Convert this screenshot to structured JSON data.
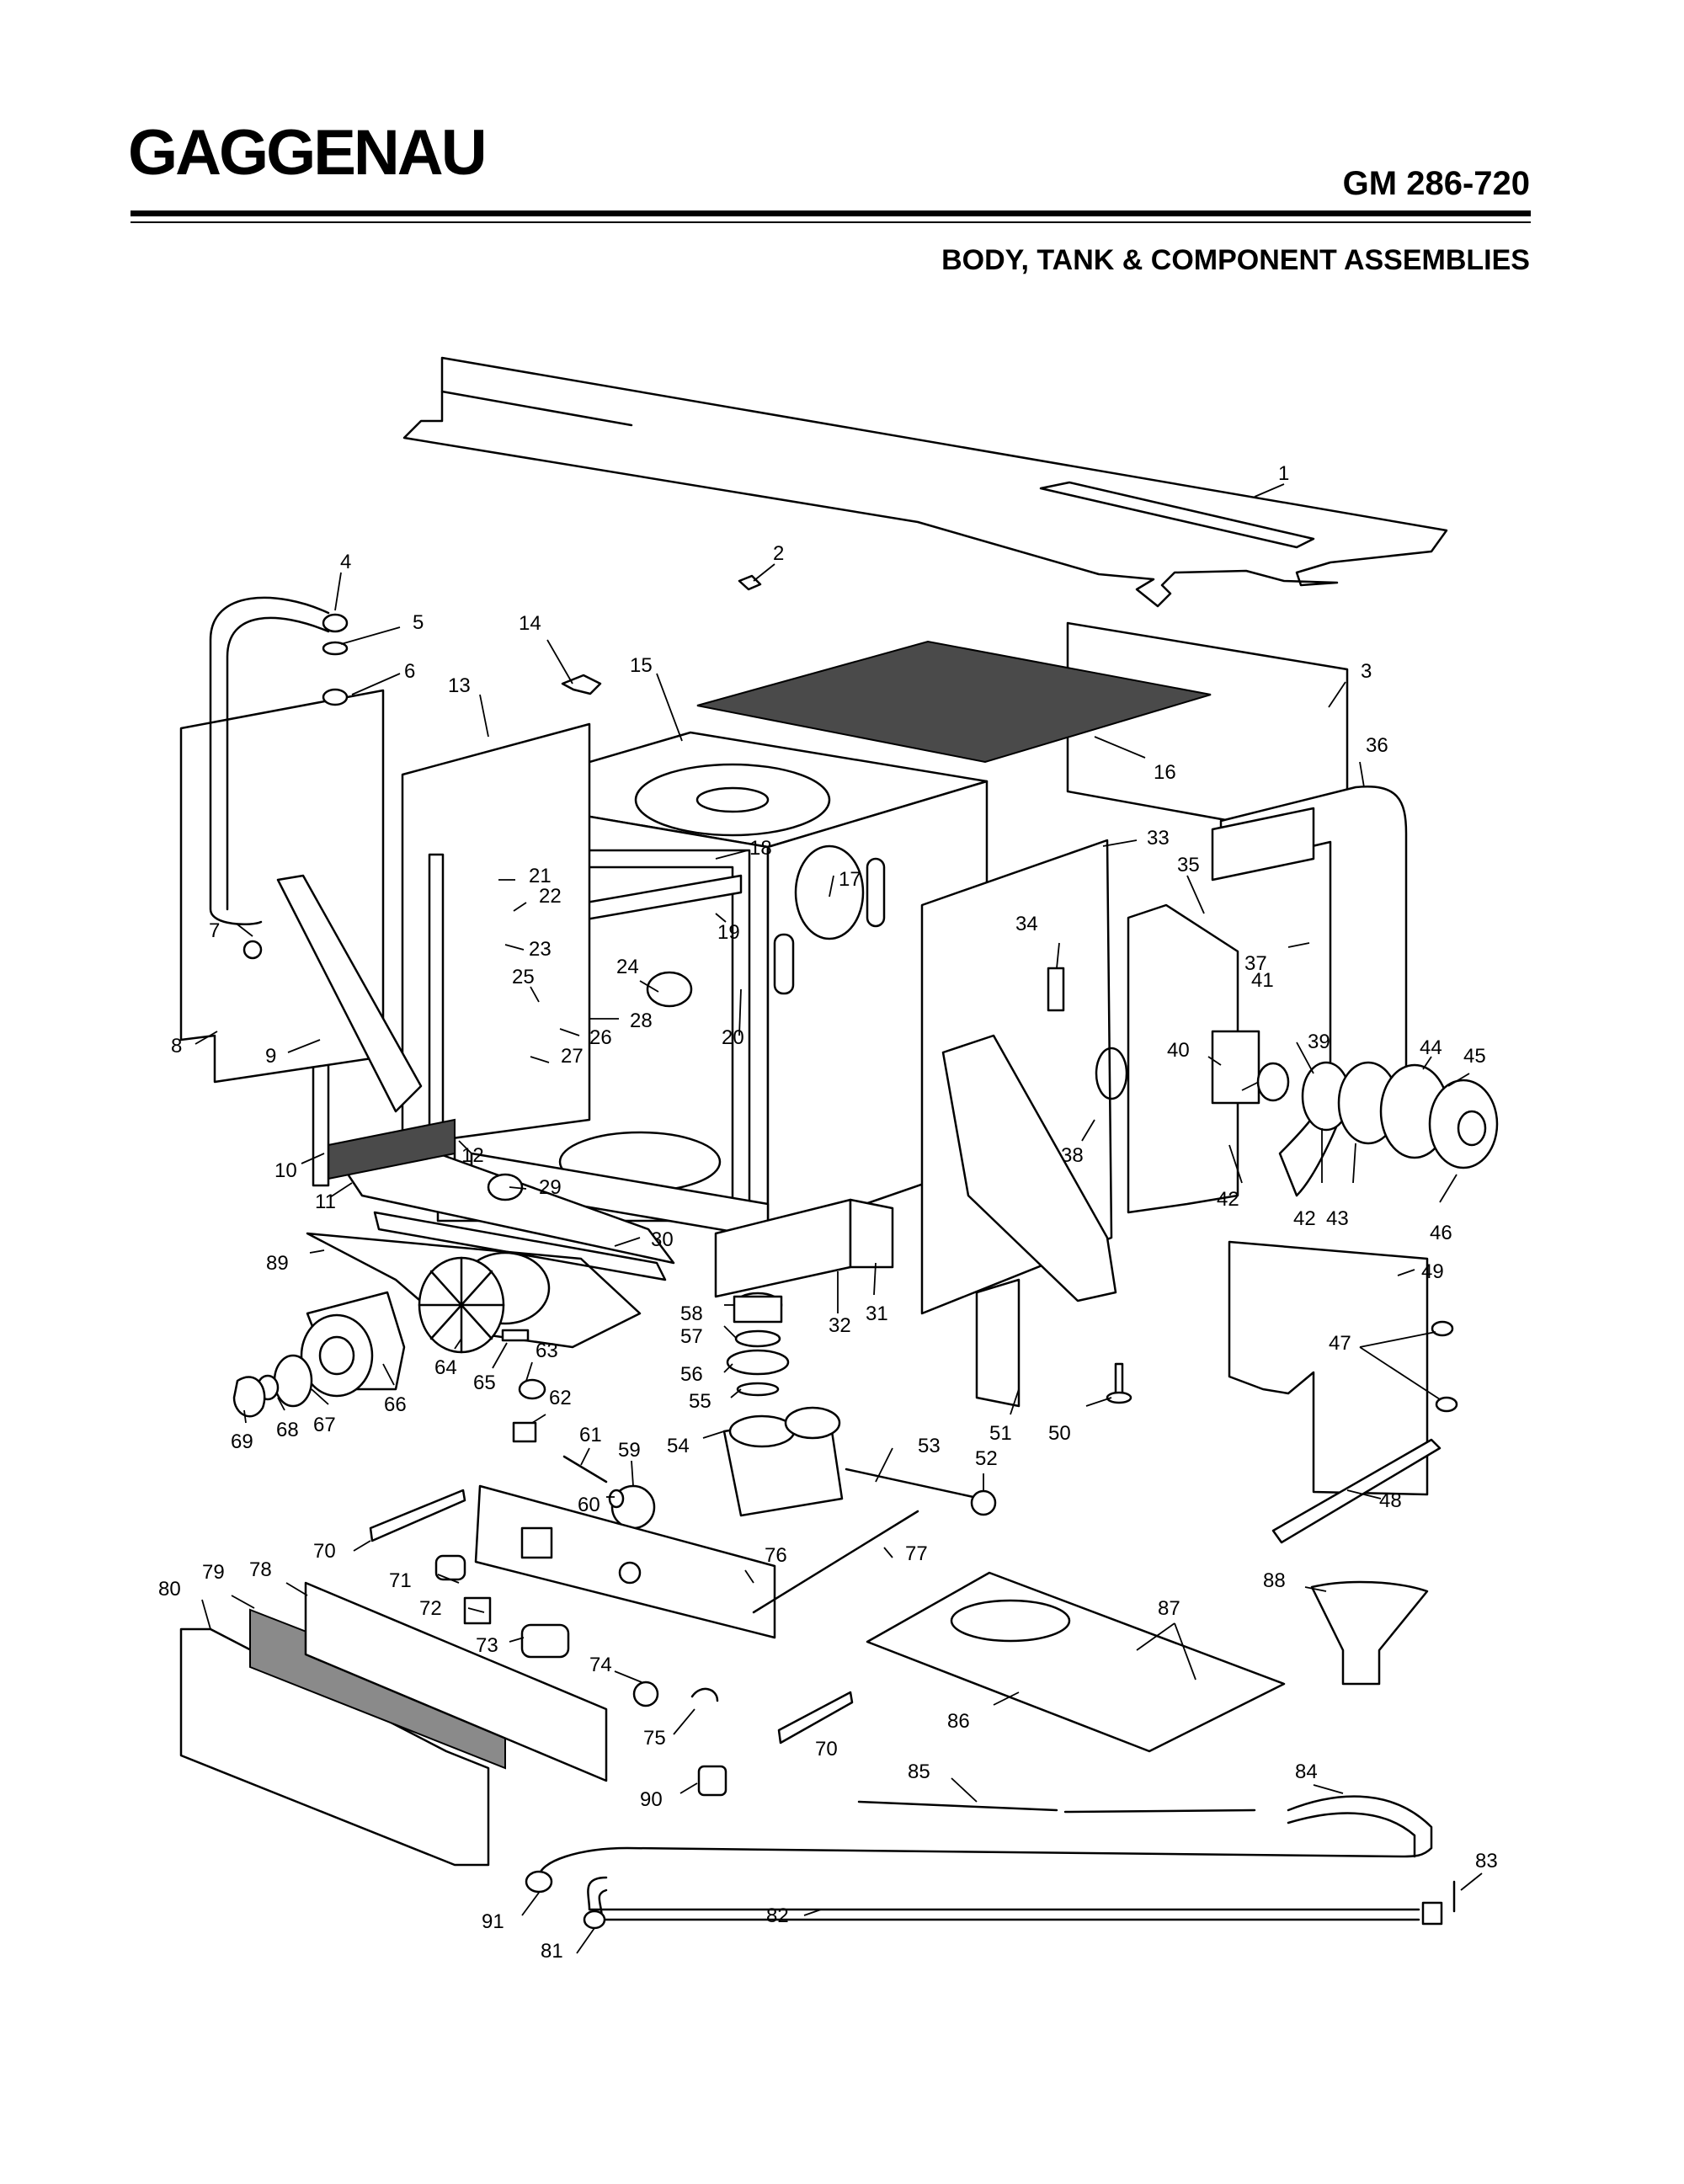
{
  "header": {
    "brand": "GAGGENAU",
    "model": "GM 286-720",
    "title": "BODY, TANK & COMPONENT ASSEMBLIES"
  },
  "callouts": [
    "1",
    "2",
    "3",
    "4",
    "5",
    "6",
    "7",
    "8",
    "9",
    "10",
    "11",
    "12",
    "13",
    "14",
    "15",
    "16",
    "17",
    "18",
    "19",
    "20",
    "21",
    "22",
    "23",
    "24",
    "25",
    "26",
    "27",
    "28",
    "29",
    "30",
    "31",
    "32",
    "33",
    "34",
    "35",
    "36",
    "37",
    "38",
    "39",
    "40",
    "41",
    "42",
    "43",
    "44",
    "45",
    "46",
    "47",
    "48",
    "49",
    "50",
    "51",
    "52",
    "53",
    "54",
    "55",
    "56",
    "57",
    "58",
    "59",
    "60",
    "61",
    "62",
    "63",
    "64",
    "65",
    "66",
    "67",
    "68",
    "69",
    "70",
    "71",
    "72",
    "73",
    "74",
    "75",
    "76",
    "77",
    "78",
    "79",
    "80",
    "81",
    "82",
    "83",
    "84",
    "85",
    "86",
    "87",
    "88",
    "89",
    "90",
    "91"
  ]
}
